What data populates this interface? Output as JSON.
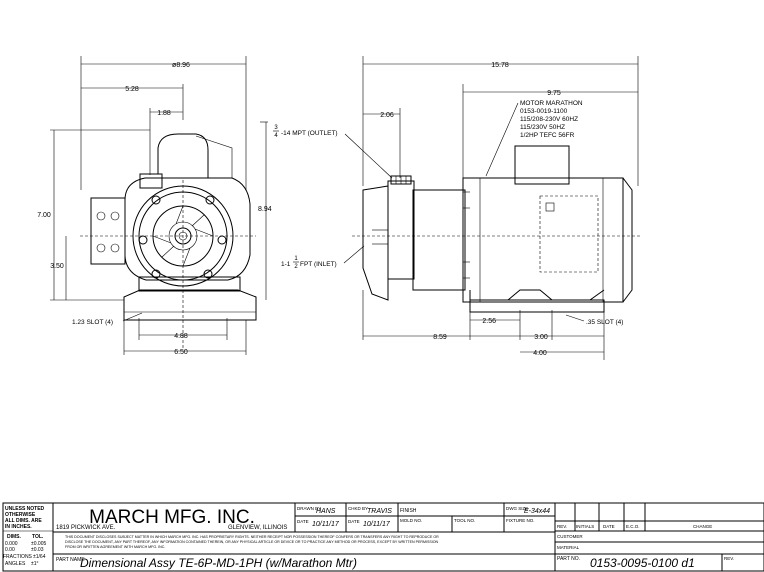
{
  "front_view": {
    "dims": {
      "overall_width": "ø8.96",
      "d_528": "5.28",
      "d_188": "1.88",
      "height_700": "7.00",
      "height_894": "8.94",
      "d_350": "3.50",
      "slot": "1.23 SLOT (4)",
      "d_488": "4.88",
      "d_650": "6.50"
    }
  },
  "side_view": {
    "dims": {
      "overall": "15.78",
      "d_206": "2.06",
      "d_975": "9.75",
      "d_256": "2.56",
      "d_300": "3.00",
      "slot": ".35 SLOT (4)",
      "d_859": "8.59",
      "d_400": "4.00"
    },
    "outlet_frac_num": "3",
    "outlet_frac_den": "4",
    "outlet_label": "-14 MPT (OUTLET)",
    "inlet_prefix": "1-1",
    "inlet_frac_num": "1",
    "inlet_frac_den": "2",
    "inlet_label": " FPT (INLET)",
    "motor_lines": [
      "MOTOR MARATHON",
      "0153-0019-1100",
      "115/208-230V 60HZ",
      "115/230V 50HZ",
      "1/2HP TEFC 56FR"
    ]
  },
  "title_block": {
    "unless_noted": [
      "UNLESS NOTED",
      "OTHERWISE",
      "ALL DIMS. ARE",
      "IN INCHES."
    ],
    "tol_header_dims": "DIMS.",
    "tol_header_tol": "TOL.",
    "tol_rows": [
      [
        "0.000",
        "±0.005"
      ],
      [
        "0.00",
        "±0.03"
      ],
      [
        "FRACTIONS",
        "±1/64"
      ],
      [
        "ANGLES",
        "±1°"
      ]
    ],
    "company": "MARCH MFG. INC.",
    "address": "1819 PICKWICK AVE.",
    "city": "GLENVIEW, ILLINOIS",
    "drawn_by_label": "DRAWN BY",
    "drawn_by": "HANS",
    "chkd_by_label": "CHKD BY",
    "chkd_by": "TRAVIS",
    "finish_label": "FINISH",
    "dwg_size_label": "DWG SIZE",
    "dwg_size": "E-34x44",
    "date_label": "DATE",
    "date1": "10/11/17",
    "date2": "10/11/17",
    "mold_label": "MOLD NO.",
    "tool_label": "TOOL NO.",
    "fixture_label": "FIXTURE NO.",
    "disclaimer": [
      "THIS DOCUMENT DISCLOSES SUBJECT MATTER IN WHICH MARCH MFG. INC. HAS PROPRIETARY RIGHTS. NEITHER RECEIPT NOR POSSESSION THEREOF CONFERS OR TRANSFERS ANY RIGHT TO REPRODUCE OR",
      "DISCLOSE THE DOCUMENT, ANY PART THEREOF, ANY INFORMATION CONTAINED THEREIN, OR ANY PHYSICAL ARTICLE OR DEVICE OR TO PRACTICE ANY METHOD OR PROCESS, EXCEPT BY WRITTEN PERMISSION",
      "FROM OR WRITTEN AGREEMENT WITH MARCH MFG. INC."
    ],
    "part_name_label": "PART NAME",
    "part_name": "Dimensional Assy TE-6P-MD-1PH (w/Marathon Mtr)",
    "rev_headers": [
      "REV.",
      "INITIALS",
      "DATE",
      "E.C.O.",
      "CHANGE"
    ],
    "customer_label": "CUSTOMER",
    "material_label": "MATERIAL",
    "part_no_label": "PART NO.",
    "part_no": "0153-0095-0100 d1",
    "rev_label": "REV."
  }
}
